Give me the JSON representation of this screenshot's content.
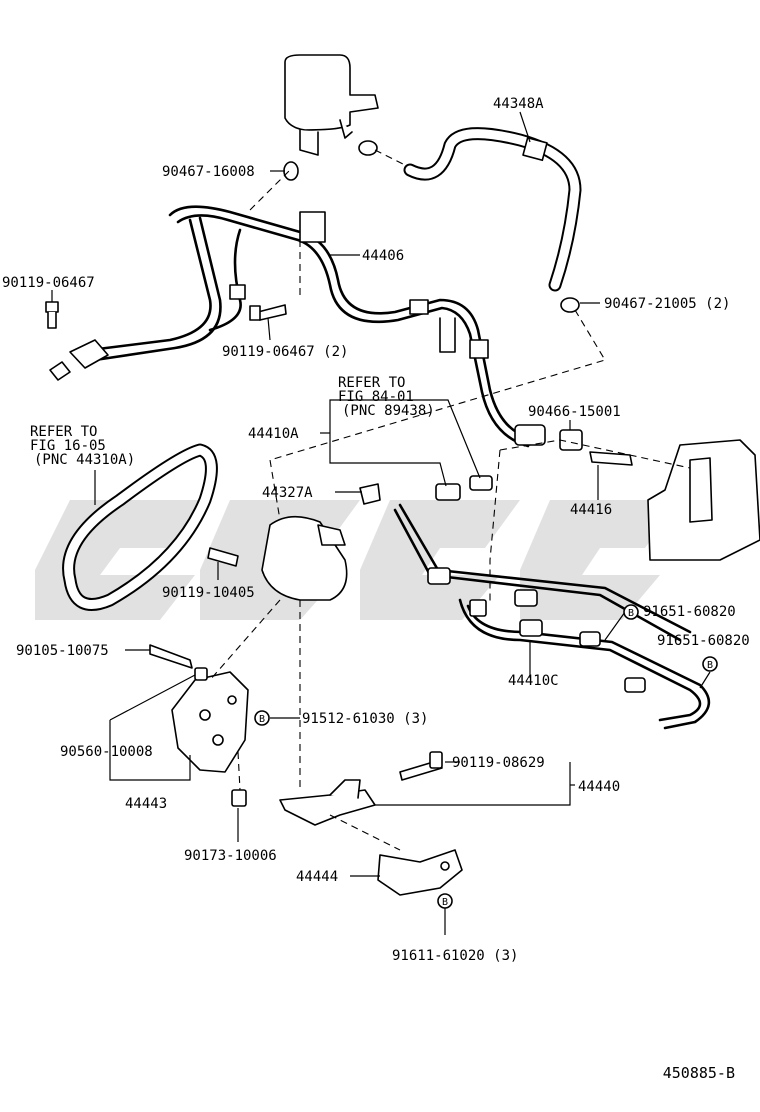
{
  "diagram_code": "450885-B",
  "refer_notes": [
    {
      "id": "ref-fig-84-01",
      "lines": [
        "REFER TO",
        "FIG 84-01",
        "(PNC 89438)"
      ]
    },
    {
      "id": "ref-fig-16-05",
      "lines": [
        "REFER TO",
        "FIG 16-05",
        "(PNC 44310A)"
      ]
    }
  ],
  "part_labels": {
    "p44348A": "44348A",
    "p90467_16008": "90467-16008",
    "p90119_06467": "90119-06467",
    "p44406": "44406",
    "p90119_06467_2": "90119-06467 (2)",
    "p90467_21005_2": "90467-21005 (2)",
    "p44410A": "44410A",
    "p90466_15001": "90466-15001",
    "p44327A": "44327A",
    "p44416": "44416",
    "p90119_10405": "90119-10405",
    "p91651_60820_a": "91651-60820",
    "p91651_60820_b": "91651-60820",
    "p90105_10075": "90105-10075",
    "p44410C": "44410C",
    "p91512_61030_3": "91512-61030 (3)",
    "p90560_10008": "90560-10008",
    "p90119_08629": "90119-08629",
    "p44440": "44440",
    "p44443": "44443",
    "p90173_10006": "90173-10006",
    "p44444": "44444",
    "p91611_61020_3": "91611-61020 (3)"
  },
  "badge_letter": "B"
}
